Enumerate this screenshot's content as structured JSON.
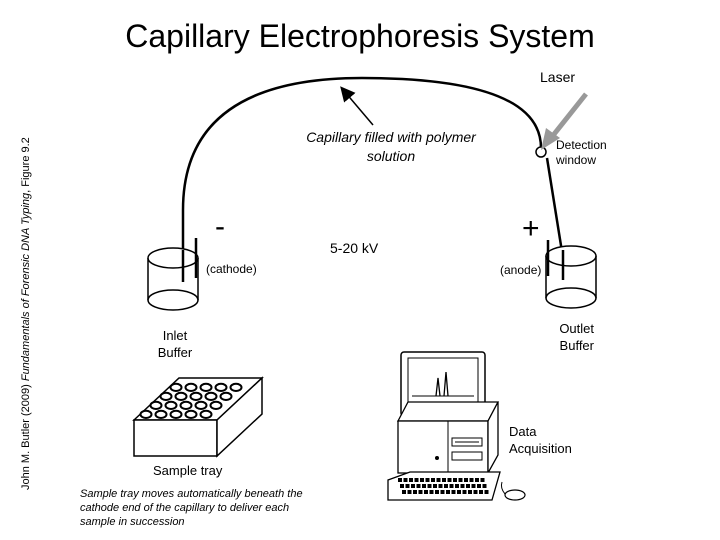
{
  "title": "Capillary Electrophoresis System",
  "citation": {
    "prefix": "John M. Butler (2009) ",
    "book": "Fundamentals of Forensic DNA Typing",
    "suffix": ", Figure 9.2"
  },
  "labels": {
    "laser": "Laser",
    "capillary_line1": "Capillary filled with polymer",
    "capillary_line2": "solution",
    "detection_line1": "Detection",
    "detection_line2": "window",
    "minus": "-",
    "plus": "+",
    "voltage": "5-20 kV",
    "cathode": "(cathode)",
    "anode": "(anode)",
    "inlet_line1": "Inlet",
    "inlet_line2": "Buffer",
    "outlet_line1": "Outlet",
    "outlet_line2": "Buffer",
    "data_line1": "Data",
    "data_line2": "Acquisition",
    "sample_tray": "Sample tray",
    "caption_line1": "Sample tray moves automatically beneath the",
    "caption_line2": "cathode end of the capillary to deliver each",
    "caption_line3": "sample in succession"
  }
}
